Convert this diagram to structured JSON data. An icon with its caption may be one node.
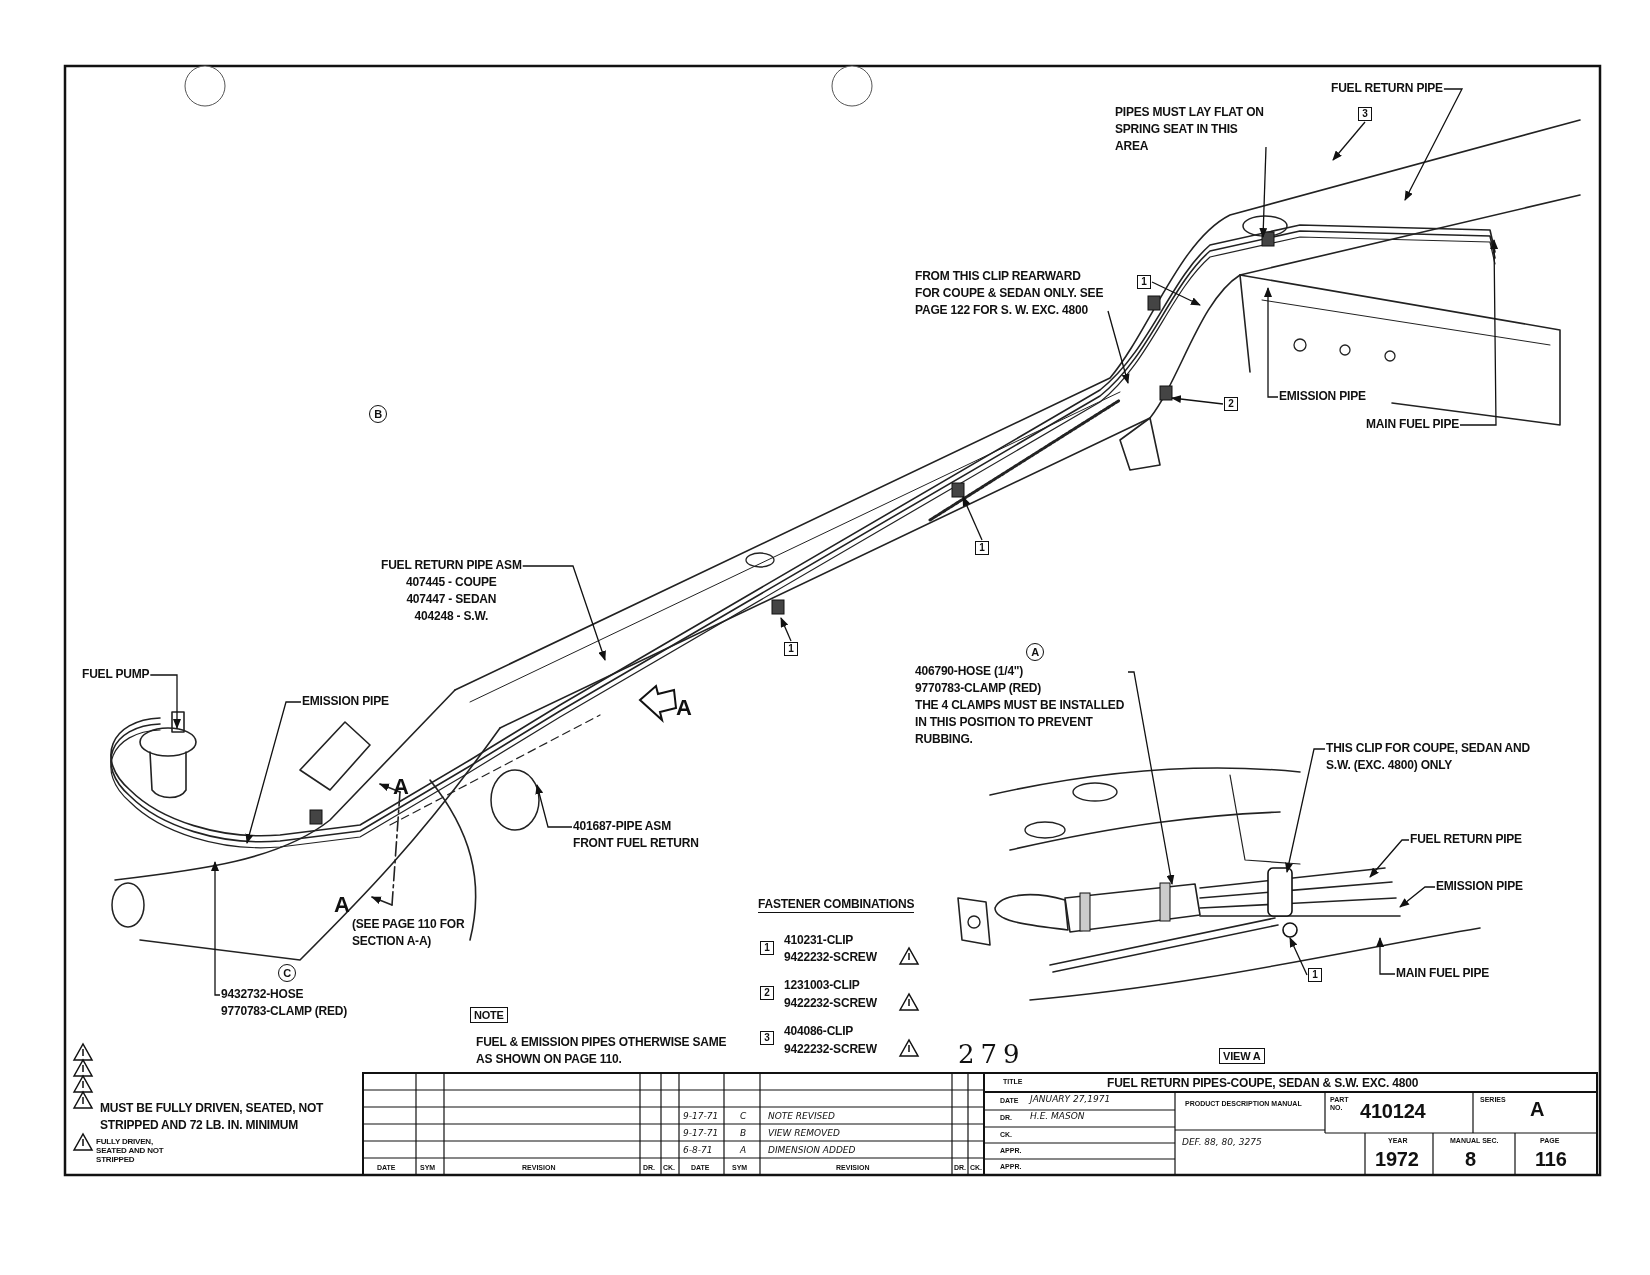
{
  "diagram": {
    "nodes": [
      {
        "text": [
          "FUEL RETURN PIPE"
        ]
      },
      {
        "text": [
          "PIPES MUST LAY FLAT ON SPRING SEAT IN THIS AREA"
        ]
      },
      {
        "text": [
          "3"
        ]
      },
      {
        "text": [
          "FROM THIS CLIP REARWARD FOR COUPE & SEDAN ONLY. SEE PAGE 122 FOR S. W. EXC. 4800"
        ]
      },
      {
        "text": [
          "1"
        ]
      },
      {
        "text": [
          "2"
        ]
      },
      {
        "text": [
          "EMISSION PIPE"
        ]
      },
      {
        "text": [
          "MAIN FUEL PIPE"
        ]
      },
      {
        "text": [
          "1"
        ]
      },
      {
        "text": [
          "FUEL RETURN PIPE ASM",
          "407445 - COUPE",
          "407447 - SEDAN",
          "404248 - S.W."
        ]
      },
      {
        "text": [
          "1"
        ]
      },
      {
        "text": [
          "FUEL PUMP"
        ]
      },
      {
        "text": [
          "EMISSION PIPE"
        ]
      },
      {
        "text": [
          "401687-PIPE ASM FRONT FUEL RETURN"
        ]
      },
      {
        "text": [
          "9432732-HOSE",
          "9770783-CLAMP (RED)"
        ]
      },
      {
        "text": [
          "406790-HOSE (1/4\")",
          "9770783-CLAMP (RED)",
          "THE 4 CLAMPS MUST BE INSTALLED IN THIS POSITION TO PREVENT RUBBING."
        ]
      },
      {
        "text": [
          "THIS CLIP FOR COUPE, SEDAN AND S.W. (EXC. 4800) ONLY"
        ]
      },
      {
        "text": [
          "FUEL RETURN PIPE"
        ]
      },
      {
        "text": [
          "EMISSION PIPE"
        ]
      },
      {
        "text": [
          "MAIN FUEL PIPE"
        ]
      },
      {
        "text": [
          "1"
        ]
      }
    ],
    "edges": [
      {
        "from": 0,
        "to": null,
        "arrow": "to"
      },
      {
        "from": 1,
        "to": null,
        "arrow": "to"
      },
      {
        "from": 2,
        "to": null,
        "arrow": "to"
      },
      {
        "from": 3,
        "to": null,
        "arrow": "to"
      },
      {
        "from": 4,
        "to": null,
        "arrow": "to"
      },
      {
        "from": 5,
        "to": null,
        "arrow": "to"
      },
      {
        "from": 6,
        "to": null,
        "arrow": "to"
      },
      {
        "from": 7,
        "to": null,
        "arrow": "to"
      },
      {
        "from": 8,
        "to": null,
        "arrow": "to"
      },
      {
        "from": 9,
        "to": null,
        "arrow": "to"
      },
      {
        "from": 10,
        "to": null,
        "arrow": "to"
      },
      {
        "from": 11,
        "to": null,
        "arrow": "to"
      },
      {
        "from": 12,
        "to": null,
        "arrow": "to"
      },
      {
        "from": 13,
        "to": null,
        "arrow": "to"
      },
      {
        "from": 14,
        "to": null,
        "arrow": "to"
      },
      {
        "from": 15,
        "to": null,
        "arrow": "to"
      },
      {
        "from": 16,
        "to": null,
        "arrow": "to"
      },
      {
        "from": 17,
        "to": null,
        "arrow": "to"
      },
      {
        "from": 18,
        "to": null,
        "arrow": "to"
      },
      {
        "from": 19,
        "to": null,
        "arrow": "to"
      },
      {
        "from": 20,
        "to": null,
        "arrow": "to"
      }
    ],
    "labels": [
      "B",
      "A",
      "A",
      "A",
      "(SEE PAGE 110 FOR SECTION A-A)",
      "C",
      "A",
      "FASTENER COMBINATIONS",
      "1",
      "410231-CLIP",
      "9422232-SCREW",
      "2",
      "1231003-CLIP",
      "9422232-SCREW",
      "3",
      "404086-CLIP",
      "9422232-SCREW",
      "NOTE",
      "FUEL & EMISSION PIPES OTHERWISE SAME AS SHOWN ON PAGE 110.",
      "279",
      "VIEW A",
      "MUST BE FULLY DRIVEN, SEATED, NOT STRIPPED AND 72 LB. IN. MINIMUM",
      "FULLY DRIVEN, SEATED AND NOT STRIPPED",
      "TITLE",
      "FUEL RETURN PIPES-COUPE, SEDAN & S.W. EXC. 4800",
      "DATE",
      "JANUARY 27,1971",
      "PRODUCT DESCRIPTION MANUAL",
      "PART NO.",
      "410124",
      "SERIES",
      "A",
      "9-17-71",
      "C",
      "NOTE REVISED",
      "DR.",
      "H.E. MASON",
      "9-17-71",
      "B",
      "VIEW REMOVED",
      "CK.",
      "6-8-71",
      "A",
      "DIMENSION ADDED",
      "APPR.",
      "DEF. 88, 80, 3275",
      "YEAR",
      "MANUAL SEC.",
      "PAGE",
      "DATE",
      "SYM",
      "REVISION",
      "DR.",
      "CK.",
      "DATE",
      "SYM",
      "REVISION",
      "DR.",
      "CK.",
      "APPR.",
      "1972",
      "8",
      "116"
    ]
  }
}
